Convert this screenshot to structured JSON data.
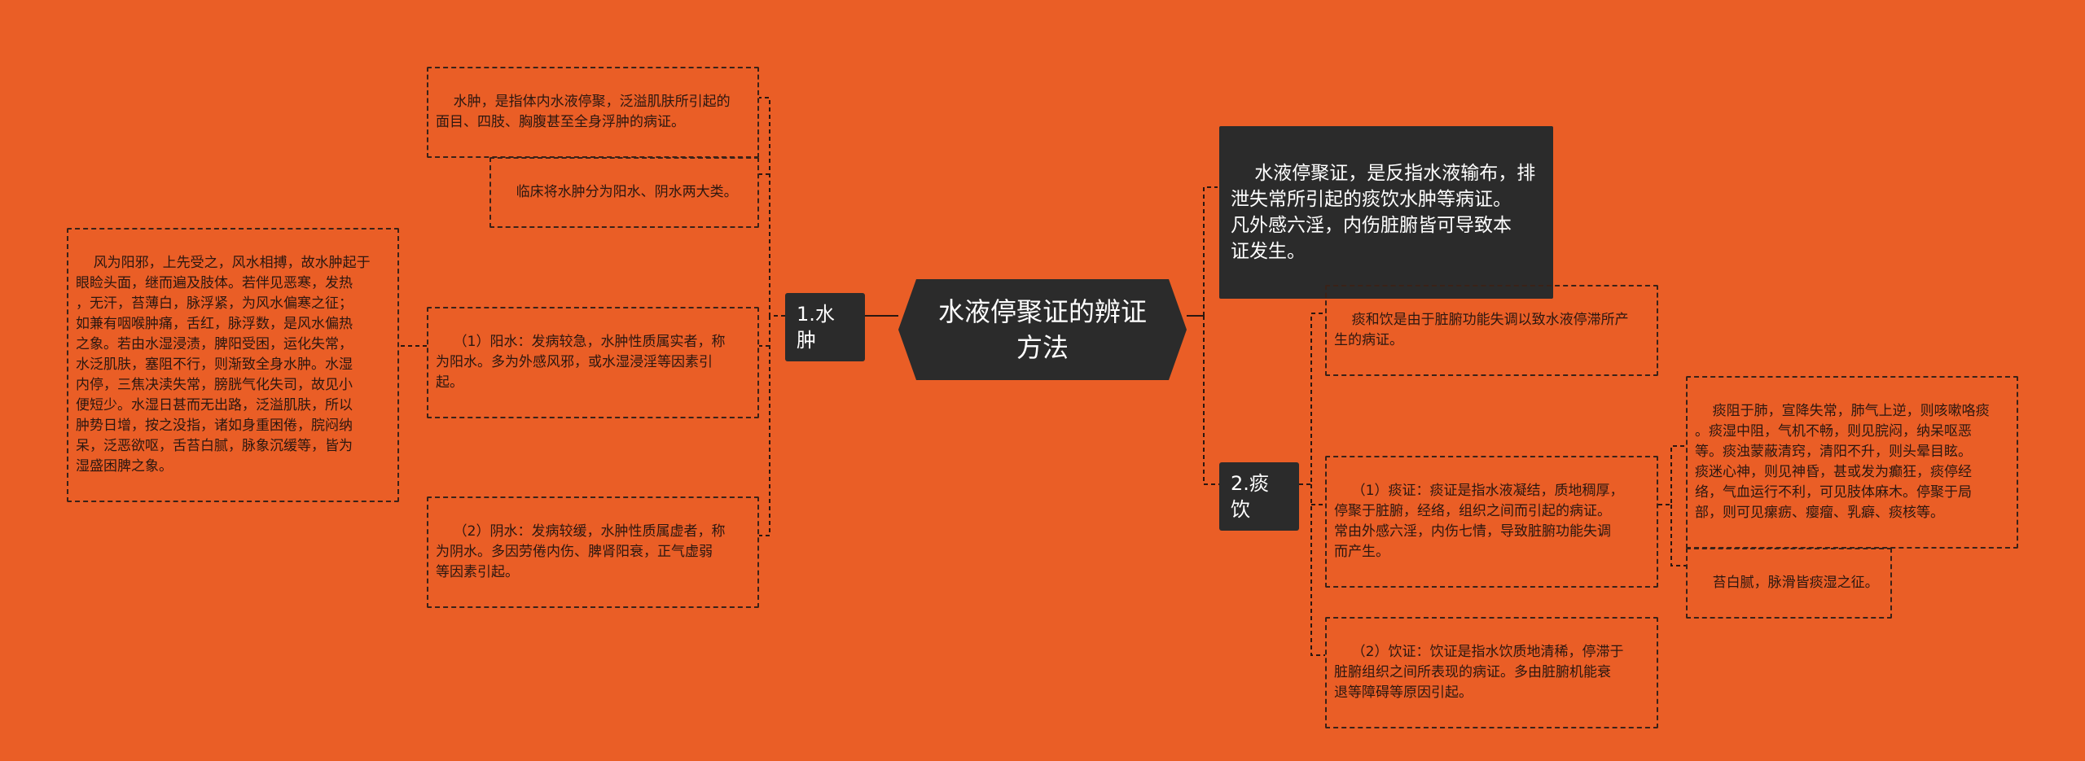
{
  "root": {
    "label": "水液停聚证的辨证方法"
  },
  "note": {
    "text": "水液停聚证，是反指水液输布，排\n泄失常所引起的痰饮水肿等病证。\n凡外感六淫，内伤脏腑皆可导致本\n证发生。"
  },
  "left_branch": {
    "label": "1.水肿",
    "items": [
      {
        "text": "水肿，是指体内水液停聚，泛溢肌肤所引起的\n面目、四肢、胸腹甚至全身浮肿的病证。"
      },
      {
        "text": "临床将水肿分为阳水、阴水两大类。"
      },
      {
        "text": "（1）阳水：发病较急，水肿性质属实者，称\n为阳水。多为外感风邪，或水湿浸淫等因素引\n起。",
        "detail": "风为阳邪，上先受之，风水相搏，故水肿起于\n眼睑头面，继而遍及肢体。若伴见恶寒，发热\n，无汗，苔薄白，脉浮紧，为风水偏寒之征；\n如兼有咽喉肿痛，舌红，脉浮数，是风水偏热\n之象。若由水湿浸渍，脾阳受困，运化失常，\n水泛肌肤，塞阻不行，则渐致全身水肿。水湿\n内停，三焦决渎失常，膀胱气化失司，故见小\n便短少。水湿日甚而无出路，泛溢肌肤，所以\n肿势日增，按之没指，诸如身重困倦，脘闷纳\n呆，泛恶欲呕，舌苔白腻，脉象沉缓等，皆为\n湿盛困脾之象。"
      },
      {
        "text": "（2）阴水：发病较缓，水肿性质属虚者，称\n为阴水。多因劳倦内伤、脾肾阳衰，正气虚弱\n等因素引起。"
      }
    ]
  },
  "right_branch": {
    "label": "2.痰饮",
    "items": [
      {
        "text": "痰和饮是由于脏腑功能失调以致水液停滞所产\n生的病证。"
      },
      {
        "text": "（1）痰证：痰证是指水液凝结，质地稠厚，\n停聚于脏腑，经络，组织之间而引起的病证。\n常由外感六淫，内伤七情，导致脏腑功能失调\n而产生。",
        "details": [
          "痰阻于肺，宣降失常，肺气上逆，则咳嗽咯痰\n。痰湿中阻，气机不畅，则见脘闷，纳呆呕恶\n等。痰浊蒙蔽清窍，清阳不升，则头晕目眩。\n痰迷心神，则见神昏，甚或发为癫狂，痰停经\n络，气血运行不利，可见肢体麻木。停聚于局\n部，则可见瘰疬、瘿瘤、乳癖、痰核等。",
          "苔白腻，脉滑皆痰湿之征。"
        ]
      },
      {
        "text": "（2）饮证：饮证是指水饮质地清稀，停滞于\n脏腑组织之间所表现的病证。多由脏腑机能衰\n退等障碍等原因引起。"
      }
    ]
  }
}
